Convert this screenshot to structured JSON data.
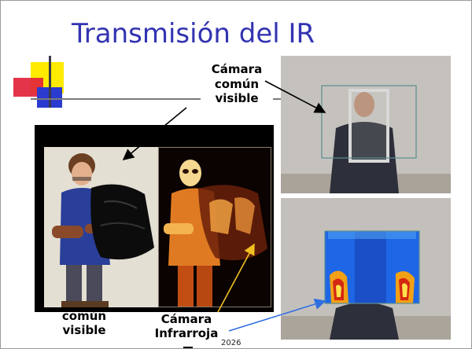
{
  "slide": {
    "title": "Transmisión del  IR",
    "labels": {
      "top_line1": "Cámara",
      "top_line2": "común",
      "top_line3": "visible",
      "bottom_left_line1": "común",
      "bottom_left_line2": "visible",
      "bottom_center_line1": "Cámara",
      "bottom_center_line2": "Infrarroja"
    },
    "footer_number": "2026"
  },
  "colors": {
    "title": "#3333b2",
    "arrow_black": "#000000",
    "arrow_yellow": "#f0c020",
    "arrow_blue": "#2f6fe0",
    "deco_yellow": "#ffea00",
    "deco_red": "#e2233b",
    "deco_blue": "#2b3bcf"
  },
  "images": [
    {
      "name": "visible-camera-photo",
      "depicts": "person holding black plastic bag, visible light"
    },
    {
      "name": "thermal-camera-photo",
      "depicts": "same person in infrared, bag is transparent"
    },
    {
      "name": "room-visible-photo",
      "depicts": "man seated holding a frame with a sheet"
    },
    {
      "name": "room-thermal-photo",
      "depicts": "same scene with thermal image overlay"
    }
  ]
}
